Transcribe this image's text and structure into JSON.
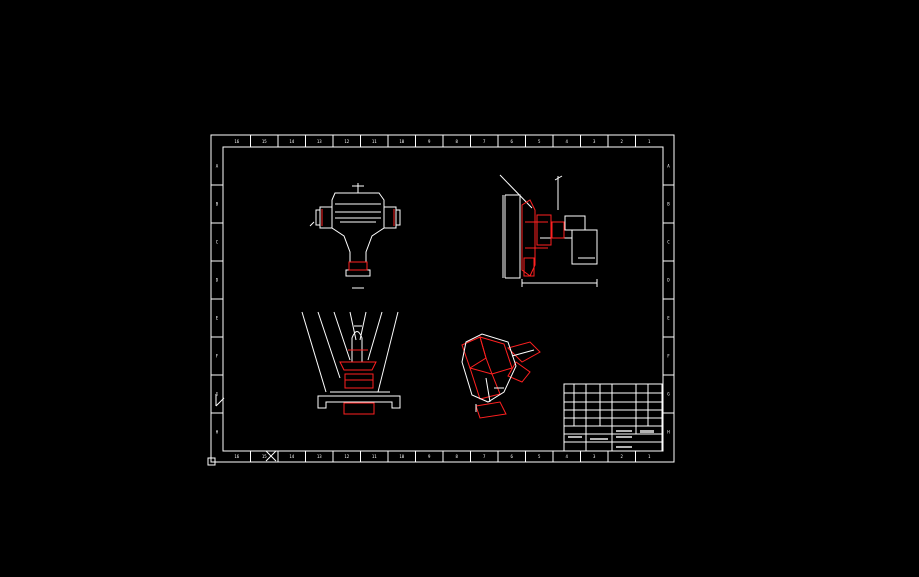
{
  "drawing": {
    "background": "#000000",
    "line_color": "#ffffff",
    "highlight_color": "#ff2020",
    "border_zone_labels_top": [
      "16",
      "15",
      "14",
      "13",
      "12",
      "11",
      "10",
      "9",
      "8",
      "7",
      "6",
      "5",
      "4",
      "3",
      "2",
      "1"
    ],
    "border_zone_labels_side": [
      "A",
      "B",
      "C",
      "D",
      "E",
      "F",
      "G",
      "H"
    ],
    "title_block": {
      "label": "title block"
    }
  },
  "icons": {
    "ucs": "ucs-icon",
    "origin": "origin-marker-icon"
  }
}
